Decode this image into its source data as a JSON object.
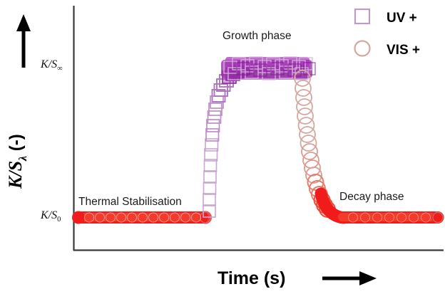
{
  "figure": {
    "name": "photochromic-kinetics-schematic",
    "background": "#ffffff"
  },
  "axes": {
    "y_axis": {
      "label_main": "K/S",
      "label_sub": "λ",
      "label_unit": " (-)",
      "arrow": "up-arrow",
      "ticks": [
        {
          "main": "K/S",
          "sub": "∞",
          "name": "tick-ks-infinity"
        },
        {
          "main": "K/S",
          "sub": "0",
          "name": "tick-ks-zero"
        }
      ]
    },
    "x_axis": {
      "label": "Time (s)",
      "arrow": "right-arrow"
    }
  },
  "legend": {
    "position": "top-right",
    "items": [
      {
        "label": "UV +",
        "marker": "square",
        "color": "#b99ec0"
      },
      {
        "label": "VIS +",
        "marker": "circle",
        "color": "#d6a79f"
      }
    ]
  },
  "annotations": [
    {
      "text": "Thermal Stabilisation",
      "name": "annotation-thermal-stabilisation"
    },
    {
      "text": "Growth phase",
      "name": "annotation-growth-phase"
    },
    {
      "text": "Decay phase",
      "name": "annotation-decay-phase"
    }
  ],
  "colors": {
    "uv_marker": "#9b2fad",
    "uv_marker_pale": "#c9a6d2",
    "vis_marker": "#ee1c1c",
    "vis_marker_pale": "#e3b2aa",
    "axis": "#3a3a3a",
    "text": "#111111"
  },
  "chart_data": {
    "type": "scatter",
    "title": "",
    "xlabel": "Time (s)",
    "ylabel": "K/Sλ (-)",
    "xlim": [
      0,
      100
    ],
    "ylim": [
      0,
      1
    ],
    "grid": false,
    "legend_position": "top-right",
    "ytick_labels": [
      "K/S0",
      "K/S∞"
    ],
    "ytick_values": [
      0.0,
      1.0
    ],
    "annotations": [
      {
        "text": "Thermal Stabilisation",
        "x": 17,
        "y": 0.12
      },
      {
        "text": "Growth phase",
        "x": 50,
        "y": 1.16
      },
      {
        "text": "Decay phase",
        "x": 78,
        "y": 0.18
      }
    ],
    "series": [
      {
        "name": "UV +",
        "marker": "square",
        "color": "#9b2fad",
        "phase": "growth",
        "x": [
          36.5,
          36.5,
          36.5,
          36.8,
          37.0,
          37.3,
          37.7,
          38.2,
          38.8,
          39.5,
          40.3,
          41.2,
          42.2,
          43.3,
          44.5,
          45.8,
          47.2,
          48.7,
          50.3,
          52.0,
          53.8,
          55.7,
          57.7,
          59.8,
          62.0,
          64.0,
          65.5,
          66.5
        ],
        "y": [
          0.0,
          0.06,
          0.13,
          0.21,
          0.29,
          0.37,
          0.45,
          0.53,
          0.6,
          0.67,
          0.73,
          0.79,
          0.84,
          0.88,
          0.91,
          0.94,
          0.96,
          0.975,
          0.985,
          0.99,
          0.995,
          1.0,
          1.0,
          1.0,
          1.0,
          1.0,
          1.0,
          1.0
        ]
      },
      {
        "name": "VIS + (baseline)",
        "marker": "circle",
        "color": "#ee1c1c",
        "phase": "thermal-stabilisation",
        "x": [
          0,
          4,
          8,
          12,
          16,
          20,
          24,
          28,
          32,
          36
        ],
        "y": [
          0.0,
          0.0,
          0.0,
          0.0,
          0.0,
          0.0,
          0.0,
          0.0,
          0.0,
          0.0
        ]
      },
      {
        "name": "VIS + (decay)",
        "marker": "circle",
        "color": "#ee1c1c",
        "phase": "decay",
        "x": [
          64.5,
          65.0,
          65.5,
          66.0,
          66.6,
          67.2,
          67.8,
          68.4,
          69.0,
          69.6,
          70.2,
          70.8,
          71.4,
          72.0,
          72.6,
          73.2,
          73.8,
          74.5,
          75.5,
          77.0,
          79.0,
          82.0,
          86.0,
          90.0,
          94.0,
          98.0,
          100.0
        ],
        "y": [
          1.0,
          0.96,
          0.9,
          0.83,
          0.76,
          0.69,
          0.62,
          0.55,
          0.48,
          0.42,
          0.36,
          0.3,
          0.25,
          0.2,
          0.16,
          0.12,
          0.09,
          0.06,
          0.035,
          0.018,
          0.008,
          0.003,
          0.0,
          0.0,
          0.0,
          0.0,
          0.0
        ]
      }
    ]
  }
}
